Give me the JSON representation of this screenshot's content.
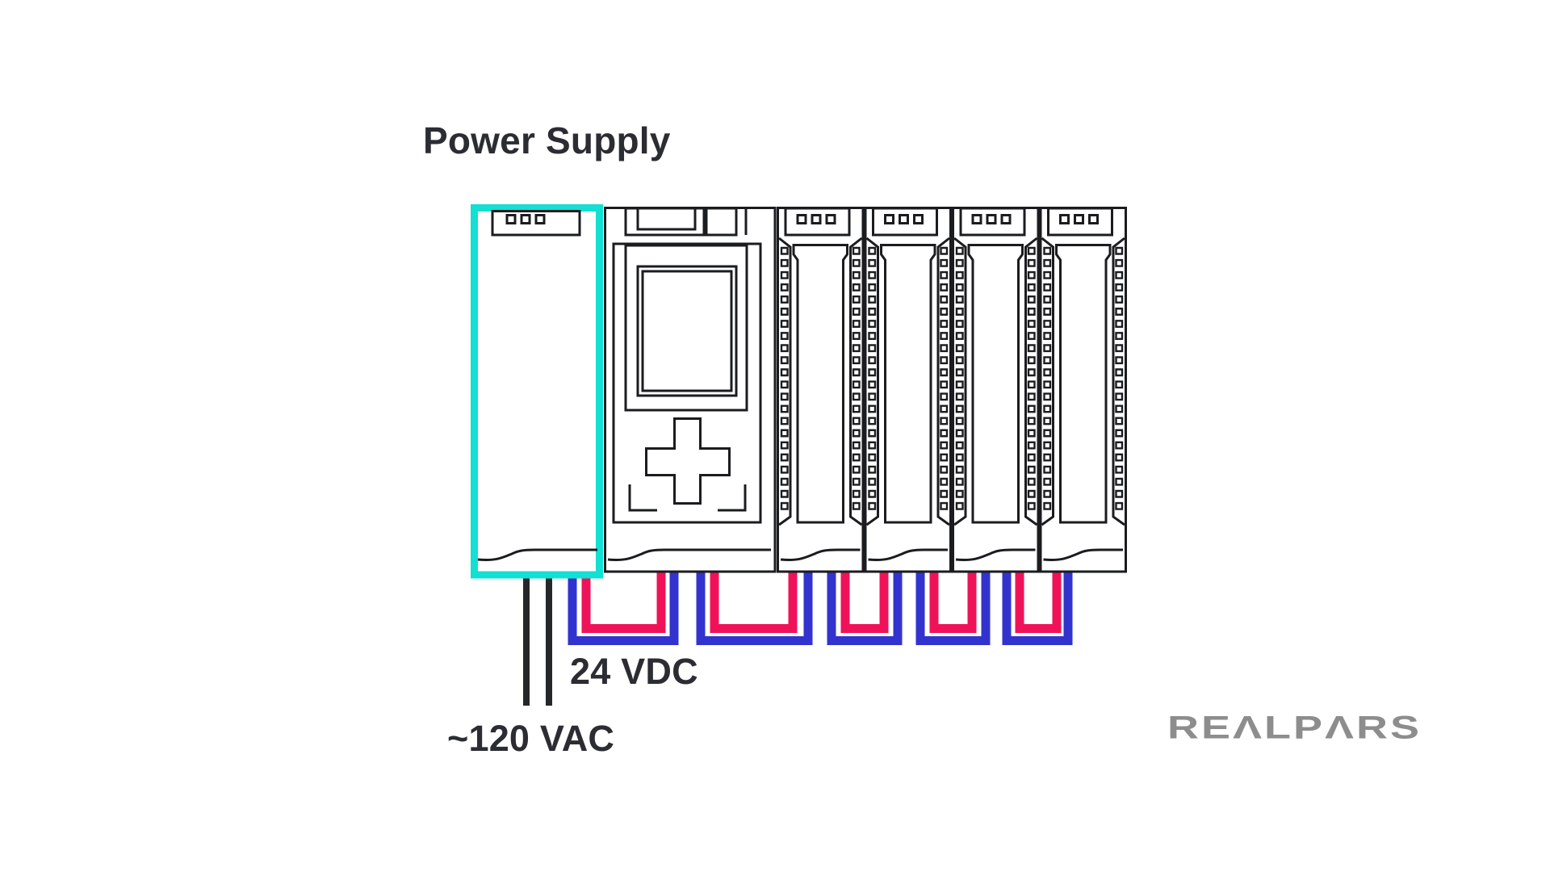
{
  "title": "Power Supply",
  "wiring_labels": {
    "dc": "24 VDC",
    "ac": "~120 VAC"
  },
  "brand": {
    "logo_text": "REALPARS",
    "color": "#8d8d8d"
  },
  "colors": {
    "background": "#ffffff",
    "highlight_teal": "#11e0d2",
    "wire_red": "#f01259",
    "wire_blue": "#3233ce",
    "wire_black": "#26272b",
    "line_black": "#1b1c1f",
    "text_dark": "#2b2d33"
  },
  "rack": {
    "modules": [
      {
        "id": "power-supply",
        "type": "power-supply",
        "highlighted": true,
        "top_connector_squares": 3
      },
      {
        "id": "cpu",
        "type": "cpu",
        "features": [
          "ethernet-port",
          "display-screen",
          "navigation-keypad"
        ]
      },
      {
        "id": "io-module-1",
        "type": "io",
        "top_connector_squares": 3,
        "terminal_columns": 2,
        "terminals_per_column": 22
      },
      {
        "id": "io-module-2",
        "type": "io",
        "top_connector_squares": 3,
        "terminal_columns": 2,
        "terminals_per_column": 22
      },
      {
        "id": "io-module-3",
        "type": "io",
        "top_connector_squares": 3,
        "terminal_columns": 2,
        "terminals_per_column": 22
      },
      {
        "id": "io-module-4",
        "type": "io",
        "top_connector_squares": 3,
        "terminal_columns": 2,
        "terminals_per_column": 22
      }
    ],
    "dc_loop_connections": [
      [
        "power-supply",
        "cpu"
      ],
      [
        "cpu",
        "io-module-1"
      ],
      [
        "io-module-1",
        "io-module-2"
      ],
      [
        "io-module-2",
        "io-module-3"
      ],
      [
        "io-module-3",
        "io-module-4"
      ]
    ],
    "ac_wire_count": 2
  }
}
